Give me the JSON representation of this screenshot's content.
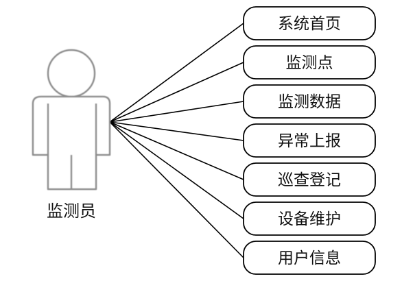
{
  "actor": {
    "label": "监测员"
  },
  "use_cases": [
    "系统首页",
    "监测点",
    "监测数据",
    "异常上报",
    "巡查登记",
    "设备维护",
    "用户信息"
  ],
  "colors": {
    "line": "#000000",
    "actor_outline": "#8c8c8c",
    "box_border": "#000000",
    "text": "#111111"
  }
}
